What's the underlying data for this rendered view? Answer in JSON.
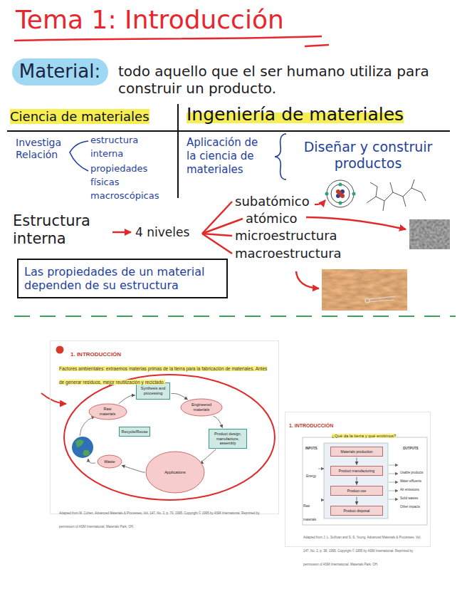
{
  "diagram": {
    "title": "Tema 1: Introducción",
    "nodes": [
      {
        "text": [
          "Material:"
        ]
      },
      {
        "text": [
          "Las propiedades de un material dependen de su estructura"
        ]
      },
      {
        "text": [
          "1. INTRODUCCIÓN",
          "Factores ambientales: extraemos materias primas de la tierra para la fabricación de materiales. Antes de generar residuos, mejor reutilización y reciclado.",
          "Adapted from M. Cohen, Advanced Materials & Processes, Vol. 147, No. 3, p. 70, 1995. Copyright © 1995 by ASM International. Reprinted by permission of ASM International, Materials Park, OH."
        ]
      },
      {
        "text": [
          "Raw materials"
        ],
        "in": 2
      },
      {
        "text": [
          "Synthesis and processing"
        ],
        "in": 2
      },
      {
        "text": [
          "Engineered materials"
        ],
        "in": 2
      },
      {
        "text": [
          "Product design, manufacture, assembly"
        ],
        "in": 2
      },
      {
        "text": [
          "Applications"
        ],
        "in": 2
      },
      {
        "text": [
          "Waste"
        ],
        "in": 2
      },
      {
        "text": [
          "Recycle/Reuse"
        ],
        "in": 2
      },
      {
        "text": [
          "1. INTRODUCCIÓN",
          "¿Qué da la tierra y qué emitimos?",
          "Adapted from J. L. Sullivan and S. S. Young, Advanced Materials & Processes, Vol. 147, No. 2, p. 38, 1995. Copyright © 1995 by ASM International. Reprinted by permission of ASM International, Materials Park, OH."
        ]
      },
      {
        "text": [
          "Materials production"
        ],
        "in": 10
      },
      {
        "text": [
          "Product manufacturing"
        ],
        "in": 10
      },
      {
        "text": [
          "Product use"
        ],
        "in": 10
      },
      {
        "text": [
          "Product disposal"
        ],
        "in": 10
      }
    ],
    "edges": [
      {
        "from": 3,
        "to": 4,
        "arrow": "to"
      },
      {
        "from": 4,
        "to": 5,
        "arrow": "to"
      },
      {
        "from": 5,
        "to": 6,
        "arrow": "to"
      },
      {
        "from": 6,
        "to": 7,
        "arrow": "to"
      },
      {
        "from": 7,
        "to": 8,
        "arrow": "to"
      },
      {
        "from": 11,
        "to": 12,
        "arrow": "to"
      },
      {
        "from": 12,
        "to": 13,
        "arrow": "to"
      },
      {
        "from": 13,
        "to": 14,
        "arrow": "to"
      }
    ],
    "labels": [
      "todo aquello que el ser humano utiliza para construir un producto.",
      "Ciencia de materiales",
      "Ingeniería de materiales",
      "Investiga",
      "Relación",
      "estructura interna",
      "propiedades físicas macroscópicas",
      "Aplicación de la ciencia de materiales",
      "Diseñar y construir productos",
      "Estructura interna",
      "4 niveles",
      "subatómico",
      "atómico",
      "microestructura",
      "macroestructura",
      "INPUTS",
      "OUTPUTS",
      "Energy",
      "Raw materials",
      "Usable products",
      "Water effluents",
      "Air emissions",
      "Solid wastes",
      "Other impacts"
    ]
  }
}
